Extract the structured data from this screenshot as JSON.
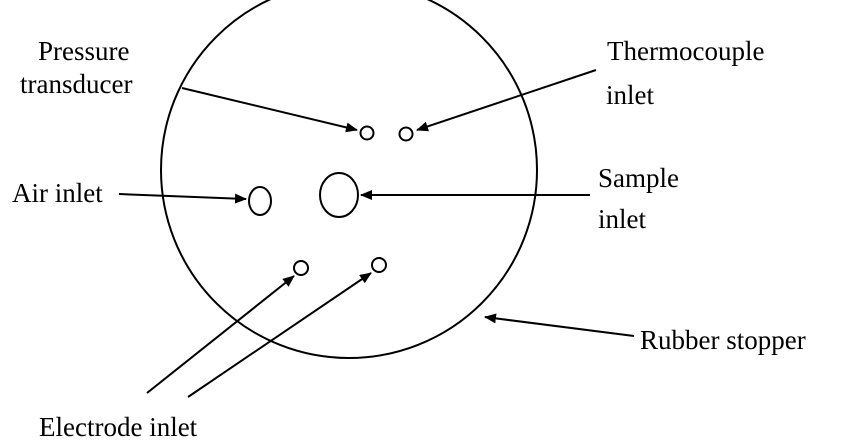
{
  "labels": {
    "pressure_line1": "Pressure",
    "pressure_line2": "transducer",
    "thermocouple_line1": "Thermocouple",
    "thermocouple_line2": "inlet",
    "air_inlet": "Air inlet",
    "sample_line1": "Sample",
    "sample_line2": "inlet",
    "rubber_stopper": "Rubber stopper",
    "electrode_inlet": "Electrode inlet"
  },
  "colors": {
    "line": "#000000",
    "background": "#ffffff"
  }
}
